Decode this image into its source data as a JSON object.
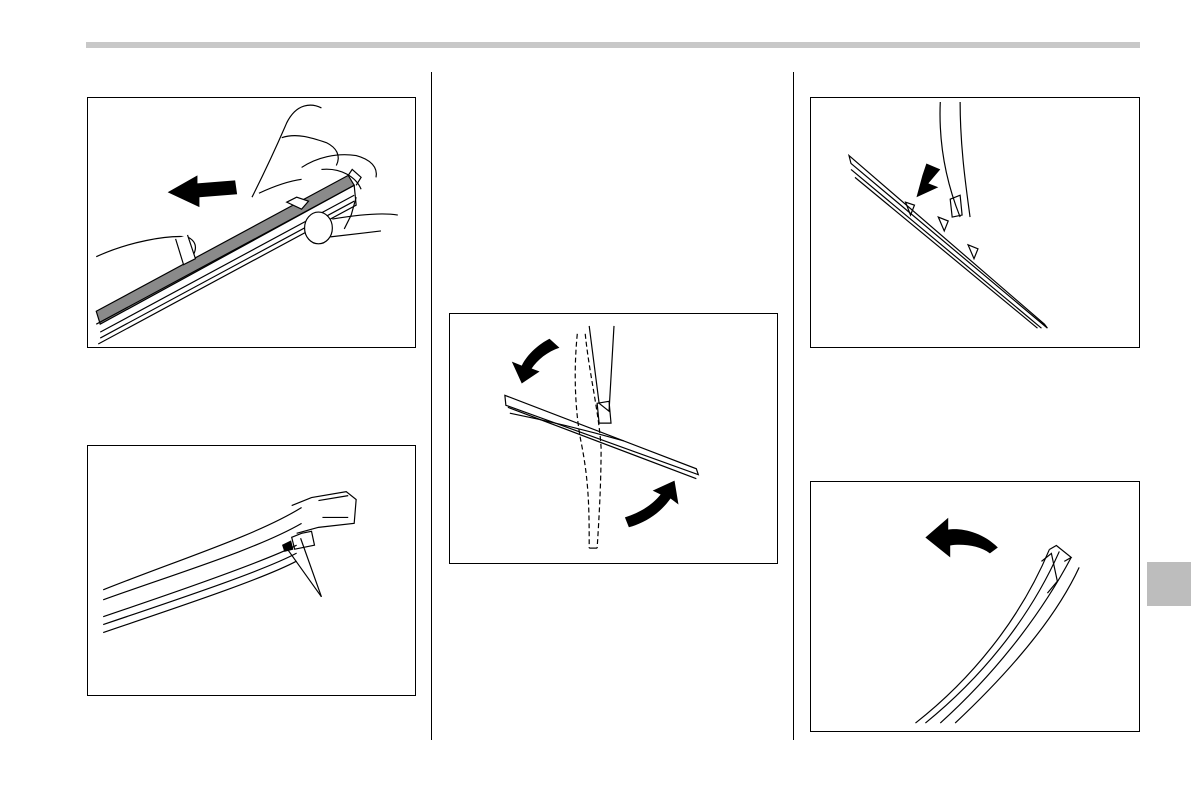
{
  "page": {
    "figures": [
      {
        "id": "fig-remove-rubber",
        "icon": "arrow-left-icon"
      },
      {
        "id": "fig-blade-end-tabs",
        "icon": "leader-lines"
      },
      {
        "id": "fig-rotate-blade",
        "icon": "curved-arrows-icon"
      },
      {
        "id": "fig-attach-blade",
        "icon": "arrow-down-icon"
      },
      {
        "id": "fig-bend-rubber",
        "icon": "curved-arrow-left-icon"
      }
    ],
    "colors": {
      "rule": "#c8c8c8",
      "tab": "#bdbdbd",
      "ink": "#000000"
    }
  }
}
